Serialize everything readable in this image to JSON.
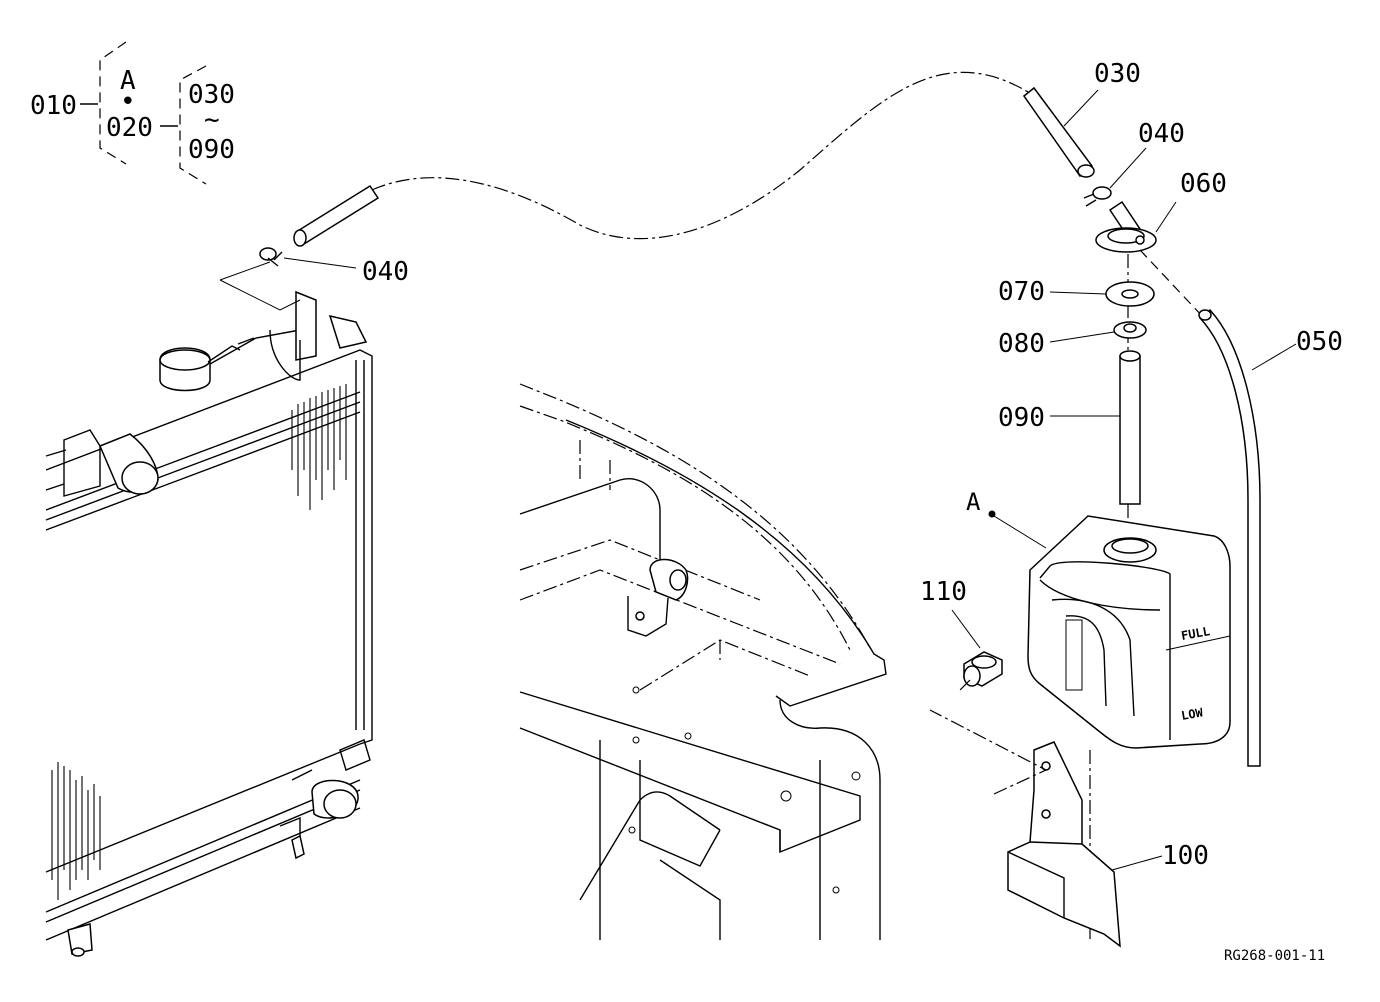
{
  "legend": {
    "root": "010",
    "first_level_top": "A",
    "first_level_dot": "•",
    "first_level_bottom": "020",
    "range_start": "030",
    "range_sep": "~",
    "range_end": "090"
  },
  "callouts": {
    "c030": "030",
    "c040_right": "040",
    "c060": "060",
    "c050": "050",
    "c070": "070",
    "c080": "080",
    "c090": "090",
    "c040_left": "040",
    "cA": "A",
    "c110": "110",
    "c100": "100"
  },
  "tank_labels": {
    "full": "FULL",
    "low": "LOW"
  },
  "reference_code": "RG268-001-11"
}
